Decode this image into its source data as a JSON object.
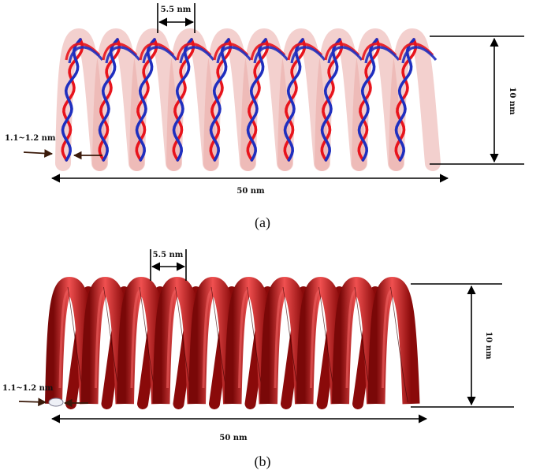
{
  "panels": [
    {
      "caption": "(a)",
      "pitch_label": "5.5 nm",
      "height_label": "10 nm",
      "length_label": "50 nm",
      "diameter_label": "1.1~1.2 nm",
      "turns": 10,
      "style": "double-strand",
      "colors": {
        "sheath": "#e9a9a5",
        "strand_red": "#e8141c",
        "strand_blue": "#1f2fbf"
      }
    },
    {
      "caption": "(b)",
      "pitch_label": "5.5 nm",
      "height_label": "10 nm",
      "length_label": "50 nm",
      "diameter_label": "1.1~1.2 nm",
      "turns": 10,
      "style": "solid-tube",
      "colors": {
        "tube": "#c41616",
        "tube_dark": "#8a0a0a",
        "tube_light": "#f06060"
      }
    }
  ],
  "colors": {
    "arrow": "#000000",
    "pointer": "#3a1a0a"
  }
}
